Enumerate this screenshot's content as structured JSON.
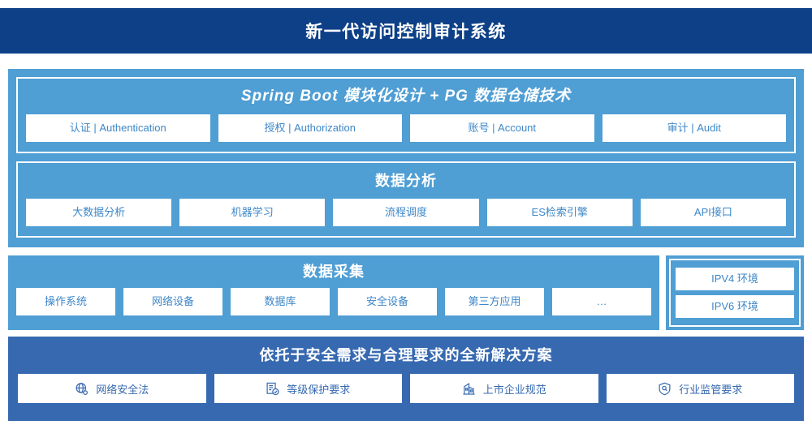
{
  "header": {
    "title": "新一代访问控制审计系统",
    "bg_color": "#0d4087"
  },
  "colors": {
    "light_panel": "#4f9ed4",
    "dark_panel": "#3669b0",
    "card_text": "#3d87c8",
    "bottom_card_text": "#3669b0"
  },
  "upper": {
    "spring": {
      "title": "Spring Boot 模块化设计 + PG 数据仓储技术",
      "cards": [
        {
          "label": "认证 | Authentication"
        },
        {
          "label": "授权 | Authorization"
        },
        {
          "label": "账号 | Account"
        },
        {
          "label": "审计 | Audit"
        }
      ]
    },
    "analysis": {
      "title": "数据分析",
      "cards": [
        {
          "label": "大数据分析"
        },
        {
          "label": "机器学习"
        },
        {
          "label": "流程调度"
        },
        {
          "label": "ES检索引擎"
        },
        {
          "label": "API接口"
        }
      ]
    }
  },
  "collection": {
    "title": "数据采集",
    "cards": [
      {
        "label": "操作系统"
      },
      {
        "label": "网络设备"
      },
      {
        "label": "数据库"
      },
      {
        "label": "安全设备"
      },
      {
        "label": "第三方应用"
      },
      {
        "label": "…"
      }
    ]
  },
  "ipv": {
    "cards": [
      {
        "label": "IPV4 环境"
      },
      {
        "label": "IPV6 环境"
      }
    ]
  },
  "bottom": {
    "title": "依托于安全需求与合理要求的全新解决方案",
    "cards": [
      {
        "label": "网络安全法",
        "icon": "globe-network-icon"
      },
      {
        "label": "等级保护要求",
        "icon": "document-check-icon"
      },
      {
        "label": "上市企业规范",
        "icon": "building-icon"
      },
      {
        "label": "行业监管要求",
        "icon": "shield-search-icon"
      }
    ]
  }
}
